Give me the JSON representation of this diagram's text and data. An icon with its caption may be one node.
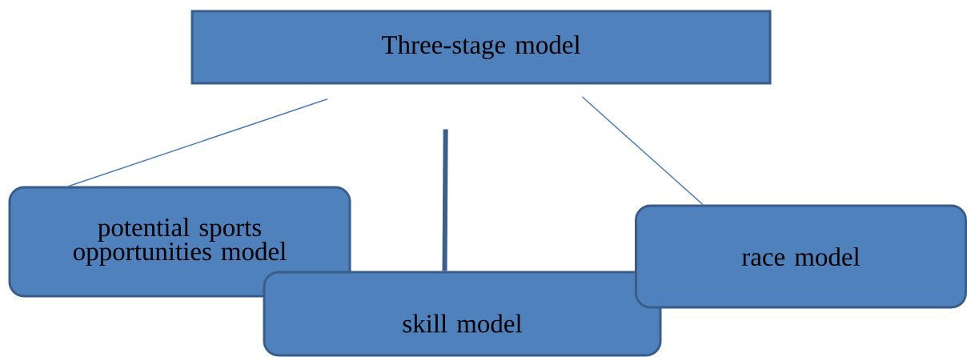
{
  "diagram": {
    "nodes": [
      {
        "text": [
          "Three-stage model"
        ]
      },
      {
        "text": [
          "potential sports opportunities model"
        ]
      },
      {
        "text": [
          "skill model"
        ]
      },
      {
        "text": [
          "race model"
        ]
      }
    ],
    "edges": [
      {
        "from": 0,
        "to": 1,
        "arrow": "none"
      },
      {
        "from": 0,
        "to": 2,
        "arrow": "none",
        "style": "thick",
        "color": "#3a5f8c"
      },
      {
        "from": 0,
        "to": 3,
        "arrow": "none"
      }
    ]
  }
}
